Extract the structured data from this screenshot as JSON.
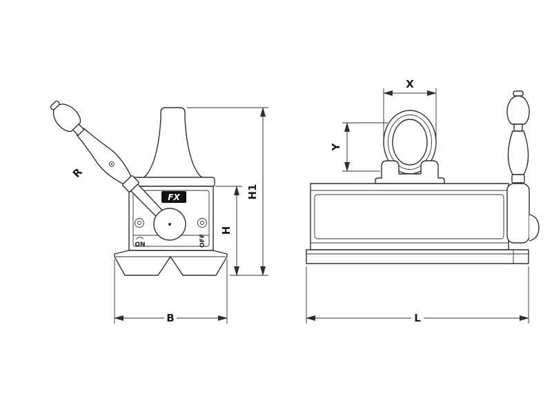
{
  "colors": {
    "line": "#2e2e2e",
    "bg": "#ffffff",
    "label": "#1a1a1a",
    "logo-bg": "#111111",
    "logo-fg": "#ffffff"
  },
  "front_view": {
    "logo_text": "FX",
    "switch_on": "ON",
    "switch_off": "OFF",
    "dim_handle": "R",
    "dim_total_height": "H1",
    "dim_body_height": "H",
    "dim_base_width": "B"
  },
  "side_view": {
    "dim_eye_width": "X",
    "dim_eye_height": "Y",
    "dim_length": "L"
  }
}
